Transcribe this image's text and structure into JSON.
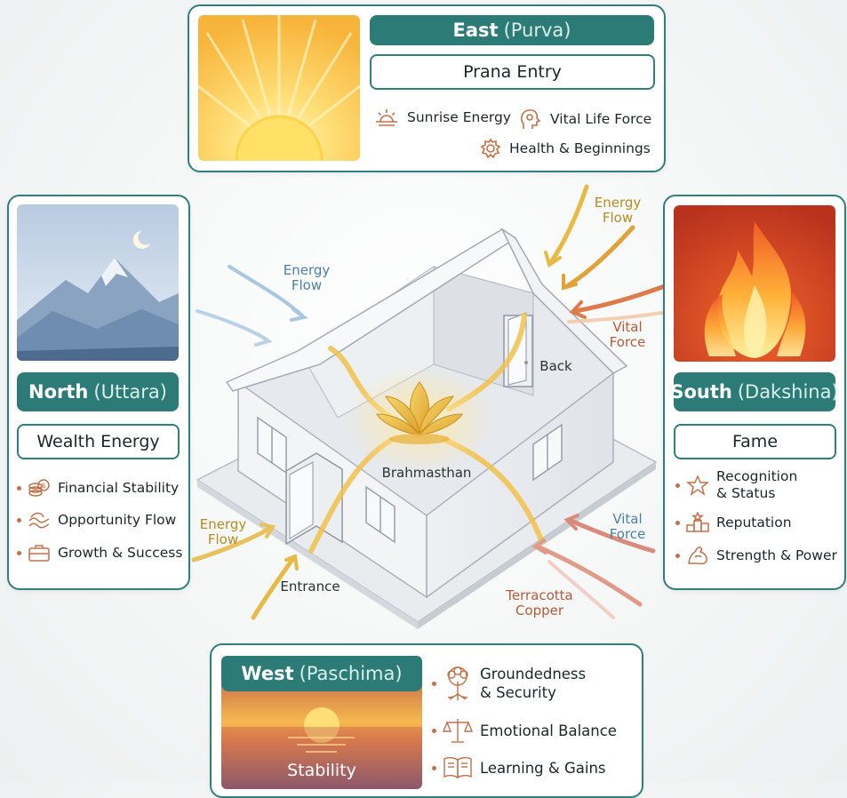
{
  "east": {
    "name": "East",
    "alt": "(Purva)",
    "theme": "Prana Entry",
    "items": [
      {
        "icon": "sunrise-icon",
        "label": "Sunrise Energy"
      },
      {
        "icon": "head-profile-icon",
        "label": "Vital Life Force"
      },
      {
        "icon": "gear-icon",
        "label": "Health & Beginnings"
      }
    ]
  },
  "north": {
    "name": "North",
    "alt": "(Uttara)",
    "theme": "Wealth Energy",
    "items": [
      {
        "icon": "coins-icon",
        "label": "Financial Stability"
      },
      {
        "icon": "wave-icon",
        "label": "Opportunity Flow"
      },
      {
        "icon": "briefcase-icon",
        "label": "Growth & Success"
      }
    ]
  },
  "south": {
    "name": "South",
    "alt": "(Dakshina)",
    "theme": "Fame",
    "items": [
      {
        "icon": "star-icon",
        "label": "Recognition\n& Status"
      },
      {
        "icon": "podium-icon",
        "label": "Reputation"
      },
      {
        "icon": "flexed-arm-icon",
        "label": "Strength & Power"
      }
    ]
  },
  "west": {
    "name": "West",
    "alt": "(Paschima)",
    "theme": "Stability",
    "items": [
      {
        "icon": "tree-icon",
        "label": "Groundedness\n& Security"
      },
      {
        "icon": "balance-scale-icon",
        "label": "Emotional Balance"
      },
      {
        "icon": "book-icon",
        "label": "Learning & Gains"
      }
    ]
  },
  "house_labels": {
    "energy_flow": "Energy\nFlow",
    "vital_force_top": "Vital\nForce",
    "vital_force_bottom": "Vital\nForce",
    "back": "Back",
    "brahmasthan": "Brahmasthan",
    "entrance": "Entrance",
    "terracotta": "Terracotta\nCopper"
  },
  "colors": {
    "teal": "#2d7b76",
    "gold_flow": "#e7b93a",
    "copper_flow": "#d96a4a",
    "blue_flow": "#8fb4d6"
  }
}
